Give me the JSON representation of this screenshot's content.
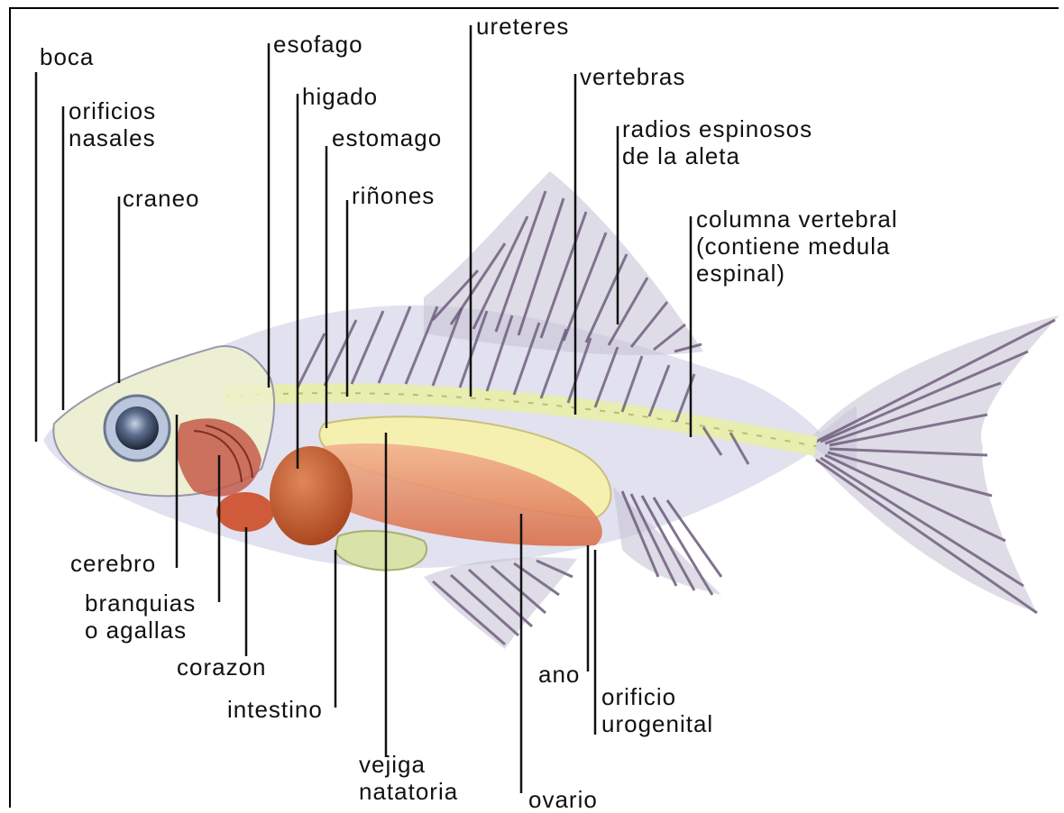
{
  "labels": {
    "boca": "boca",
    "orificios_nasales": [
      "orificios",
      "nasales"
    ],
    "craneo": "craneo",
    "esofago": "esofago",
    "higado": "higado",
    "estomago": "estomago",
    "rinones": "riñones",
    "ureteres": "ureteres",
    "vertebras": "vertebras",
    "radios_espinosos": [
      "radios espinosos",
      "de la aleta"
    ],
    "columna_vertebral": [
      "columna vertebral",
      "(contiene medula",
      "espinal)"
    ],
    "cerebro": "cerebro",
    "branquias": [
      "branquias",
      "o agallas"
    ],
    "corazon": "corazon",
    "intestino": "intestino",
    "vejiga_natatoria": [
      "vejiga",
      "natatoria"
    ],
    "ovario": "ovario",
    "ano": "ano",
    "orificio_urogenital": [
      "orificio",
      "urogenital"
    ]
  },
  "colors": {
    "body_shadow": "#dcdcec",
    "bone": "#f3f6c8",
    "fin_ray": "#6b5a7a",
    "liver": "#c9632f",
    "ovary": "#e79a78",
    "swim_bladder": "#f6f0b0",
    "intestine": "#d9e2a8",
    "gill": "#c65a4a",
    "eye": "#2f3b53"
  }
}
